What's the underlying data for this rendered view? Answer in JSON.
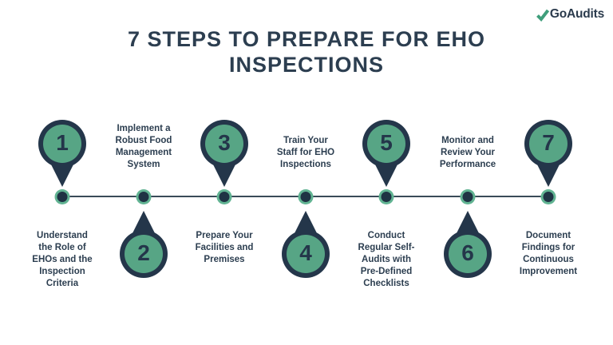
{
  "logo": {
    "brand": "GoAudits",
    "check_icon": "checkmark-icon",
    "check_color": "#3f9e7b",
    "brand_color": "#2b3b4d"
  },
  "title": "7 STEPS TO PREPARE FOR EHO\nINSPECTIONS",
  "colors": {
    "navy": "#2c3e50",
    "pin_green": "#57a585",
    "dot_ring_green": "#62b493",
    "dot_center_navy": "#1f3344",
    "line": "#3a4b59",
    "background": "#ffffff"
  },
  "steps": [
    {
      "number": "1",
      "position": "above",
      "label": "Understand\nthe Role of\nEHOs and the\nInspection\nCriteria"
    },
    {
      "number": "2",
      "position": "below",
      "label": "Implement a\nRobust Food\nManagement\nSystem"
    },
    {
      "number": "3",
      "position": "above",
      "label": "Prepare Your\nFacilities and\nPremises"
    },
    {
      "number": "4",
      "position": "below",
      "label": "Train Your\nStaff for EHO\nInspections"
    },
    {
      "number": "5",
      "position": "above",
      "label": "Conduct\nRegular Self-\nAudits with\nPre-Defined\nChecklists"
    },
    {
      "number": "6",
      "position": "below",
      "label": "Monitor and\nReview Your\nPerformance"
    },
    {
      "number": "7",
      "position": "above",
      "label": "Document\nFindings for\nContinuous\nImprovement"
    }
  ]
}
